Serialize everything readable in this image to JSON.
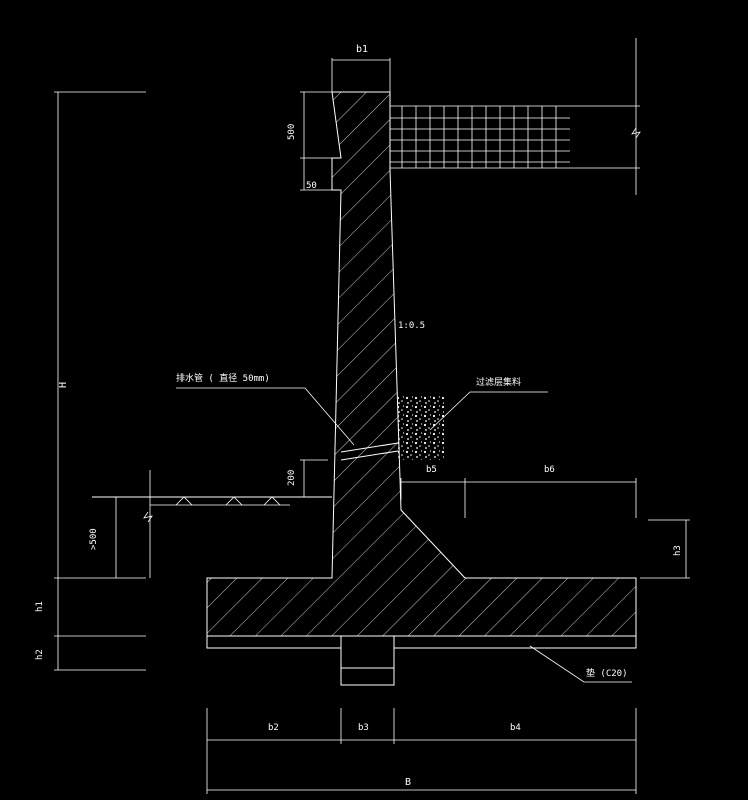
{
  "colors": {
    "background": "#000000",
    "line": "#ffffff"
  },
  "labels": {
    "b1": "b1",
    "dim_500_top": "500",
    "dim_50": "50",
    "H": "H",
    "slope": "1:0.5",
    "drain_pipe": "排水管  ( 直径 50mm)",
    "filter_material": "过滤层集料",
    "dim_200": "200",
    "b5": "b5",
    "b6": "b6",
    "h3": "h3",
    "ge500": ">500",
    "h1": "h1",
    "h2": "h2",
    "cushion": "垫 (C20)",
    "b2": "b2",
    "b3": "b3",
    "b4": "b4",
    "B": "B"
  }
}
